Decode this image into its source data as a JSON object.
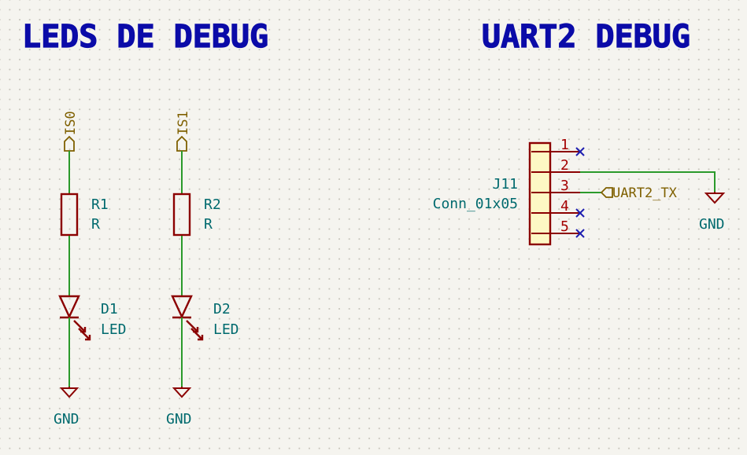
{
  "titles": {
    "leds": "LEDS DE DEBUG",
    "uart": "UART2 DEBUG"
  },
  "leds_section": {
    "r1": {
      "ref": "R1",
      "value": "R",
      "net": "IS0"
    },
    "r2": {
      "ref": "R2",
      "value": "R",
      "net": "IS1"
    },
    "d1": {
      "ref": "D1",
      "value": "LED"
    },
    "d2": {
      "ref": "D2",
      "value": "LED"
    },
    "gnd1": "GND",
    "gnd2": "GND"
  },
  "uart_section": {
    "connector": {
      "ref": "J11",
      "value": "Conn_01x05"
    },
    "pins": [
      "1",
      "2",
      "3",
      "4",
      "5"
    ],
    "tx_label": "UART2_TX",
    "gnd": "GND"
  },
  "colors": {
    "wire": "#2b9a2b",
    "component": "#8b0000",
    "reference": "#006a6e",
    "title": "#0b0ba8",
    "no_connect": "#1f1fb0",
    "label": "#7f6000",
    "connector_fill": "#fdf8c4"
  }
}
